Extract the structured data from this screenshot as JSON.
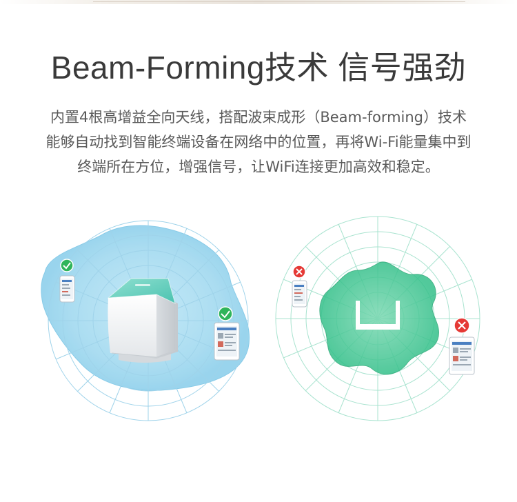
{
  "title": "Beam-Forming技术 信号强劲",
  "description": {
    "line1": "内置4根高增益全向天线，搭配波束成形（Beam-forming）技术",
    "line2": "能够自动找到智能终端设备在网络中的位置，再将Wi-Fi能量集中到",
    "line3": "终端所在方位，增强信号，让WiFi连接更加高效和稳定。"
  },
  "colors": {
    "title": "#3a3a3a",
    "text": "#5a5a5a",
    "left_field": "#8fd0ec",
    "right_field": "#34c08a",
    "check_green": "#2fb45b",
    "cross_red": "#e53935"
  },
  "icons": {
    "ok": "check-circle-icon",
    "fail": "cross-circle-icon",
    "router": "router-icon"
  }
}
